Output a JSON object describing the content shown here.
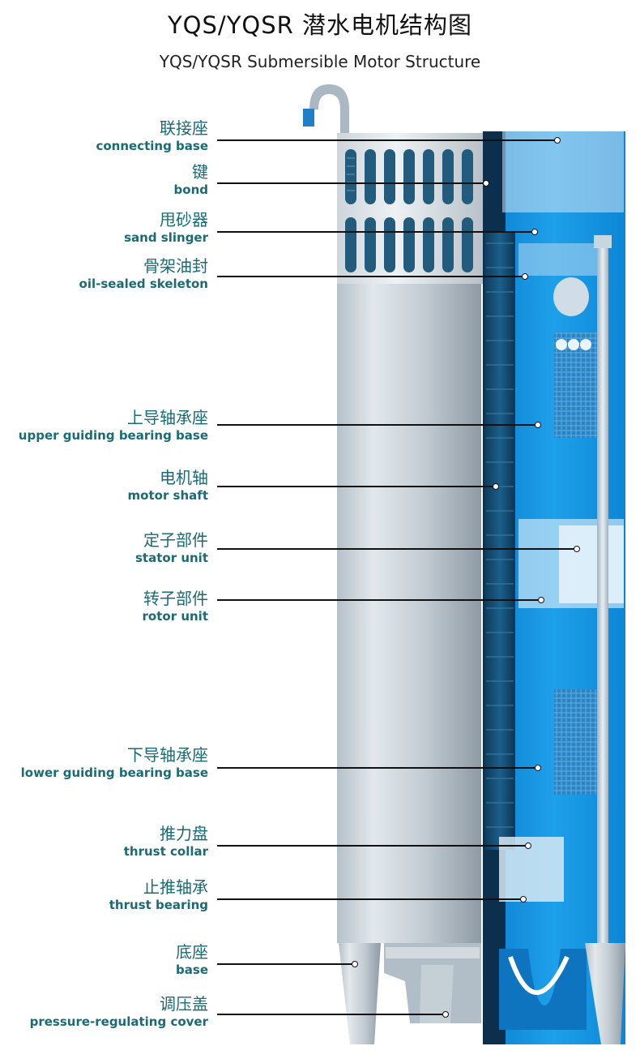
{
  "title": "YQS/YQSR 潜水电机结构图",
  "subtitle": "YQS/YQSR Submersible Motor Structure",
  "parts": [
    {
      "zh": "联接座",
      "en": "connecting base"
    },
    {
      "zh": "键",
      "en": "bond"
    },
    {
      "zh": "甩砂器",
      "en": "sand slinger"
    },
    {
      "zh": "骨架油封",
      "en": "oil-sealed skeleton"
    },
    {
      "zh": "上导轴承座",
      "en": "upper guiding bearing base"
    },
    {
      "zh": "电机轴",
      "en": "motor shaft"
    },
    {
      "zh": "定子部件",
      "en": "stator unit"
    },
    {
      "zh": "转子部件",
      "en": "rotor unit"
    },
    {
      "zh": "下导轴承座",
      "en": "lower guiding bearing base"
    },
    {
      "zh": "推力盘",
      "en": "thrust collar"
    },
    {
      "zh": "止推轴承",
      "en": "thrust bearing"
    },
    {
      "zh": "底座",
      "en": "base"
    },
    {
      "zh": "调压盖",
      "en": "pressure-regulating cover"
    }
  ]
}
